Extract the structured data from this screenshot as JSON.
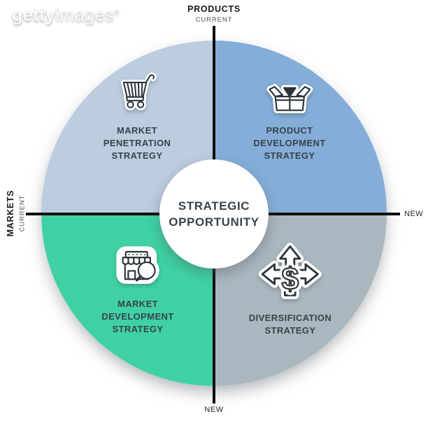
{
  "watermark": {
    "brand_bold": "getty",
    "brand_light": "images",
    "registered": "®"
  },
  "axes": {
    "top": {
      "title": "PRODUCTS",
      "subtitle": "CURRENT"
    },
    "left": {
      "title": "MARKETS",
      "subtitle": "CURRENT"
    },
    "right": {
      "label": "NEW"
    },
    "bottom": {
      "label": "NEW"
    }
  },
  "center": {
    "line1": "STRATEGIC",
    "line2": "OPPORTUNITY"
  },
  "quadrants": {
    "top_left": {
      "label_lines": [
        "MARKET",
        "PENETRATION",
        "STRATEGY"
      ],
      "icon": "shopping-cart-icon",
      "color": "#bccde0"
    },
    "top_right": {
      "label_lines": [
        "PRODUCT",
        "DEVELOPMENT",
        "STRATEGY"
      ],
      "icon": "open-box-icon",
      "color": "#84aed8"
    },
    "bottom_left": {
      "label_lines": [
        "MARKET",
        "DEVELOPMENT",
        "STRATEGY"
      ],
      "icon": "storefront-search-icon",
      "color": "#3fd1a5"
    },
    "bottom_right": {
      "label_lines": [
        "DIVERSIFICATION",
        "STRATEGY"
      ],
      "icon": "expansion-arrows-dollar-icon",
      "color": "#aab7be"
    }
  },
  "icons": {
    "dollar_glyph": "$"
  },
  "colors": {
    "background": "#ffffff",
    "axis_line": "#0d0f11",
    "axis_title_text": "#16191d",
    "axis_subtitle_text": "#4d5358",
    "quadrant_label_text": "#39424a",
    "center_text": "#39424a",
    "icon_ink": "#2c343b",
    "icon_fill": "#ffffff"
  }
}
